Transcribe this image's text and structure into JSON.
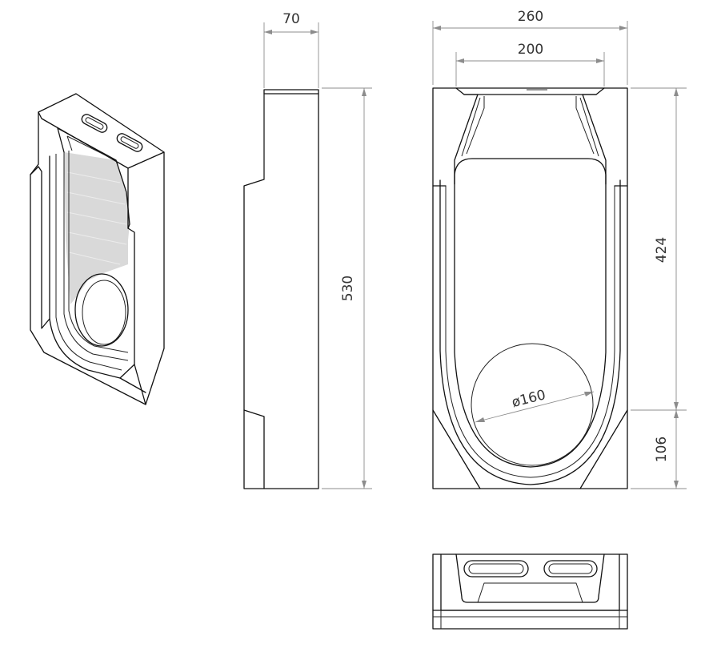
{
  "drawing": {
    "dimensions": {
      "side_width": "70",
      "side_height": "530",
      "front_outer_width": "260",
      "front_inner_width": "200",
      "front_upper_height": "424",
      "front_lower_height": "106",
      "outlet_diameter": "ø160"
    }
  }
}
